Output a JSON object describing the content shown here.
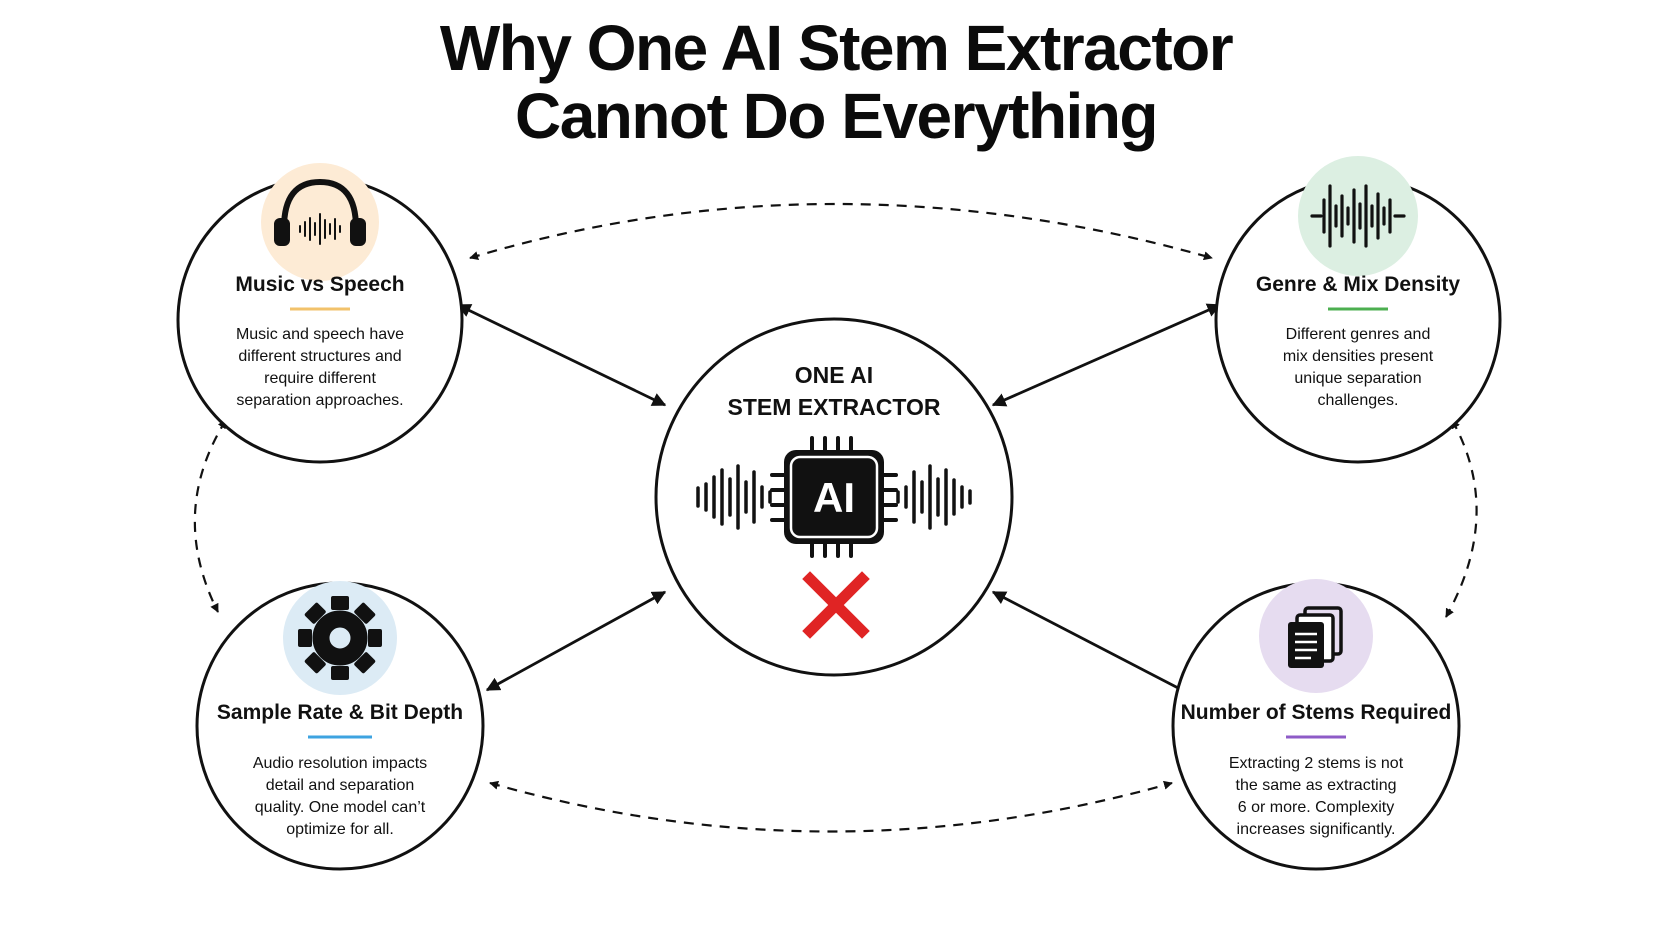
{
  "title": {
    "line1": "Why One AI Stem Extractor",
    "line2": "Cannot Do Everything"
  },
  "center": {
    "title_line1": "ONE AI",
    "title_line2": "STEM EXTRACTOR",
    "chip_label": "AI",
    "icon": "ai-chip-icon",
    "status_icon": "red-x-icon"
  },
  "nodes": [
    {
      "id": "music-vs-speech",
      "title": "Music vs Speech",
      "icon": "headphones-icon",
      "accent": "#f2c26b",
      "icon_bg": "#fdebd5",
      "desc": [
        "Music and speech have",
        "different structures and",
        "require different",
        "separation approaches."
      ]
    },
    {
      "id": "genre-mix-density",
      "title": "Genre & Mix Density",
      "icon": "waveform-icon",
      "accent": "#4caf50",
      "icon_bg": "#dcefe2",
      "desc": [
        "Different genres and",
        "mix densities present",
        "unique separation",
        "challenges."
      ]
    },
    {
      "id": "sample-rate-bit-depth",
      "title": "Sample Rate & Bit Depth",
      "icon": "gear-icon",
      "accent": "#3ea3e0",
      "icon_bg": "#dcebf5",
      "desc": [
        "Audio resolution impacts",
        "detail and separation",
        "quality. One model can’t",
        "optimize for all."
      ]
    },
    {
      "id": "number-of-stems",
      "title": "Number of Stems Required",
      "icon": "documents-icon",
      "accent": "#8e5bc7",
      "icon_bg": "#e6dcf0",
      "desc": [
        "Extracting 2 stems is not",
        "the same as extracting",
        "6 or more. Complexity",
        "increases significantly."
      ]
    }
  ],
  "colors": {
    "outline": "#111111",
    "x_mark": "#e02424"
  }
}
